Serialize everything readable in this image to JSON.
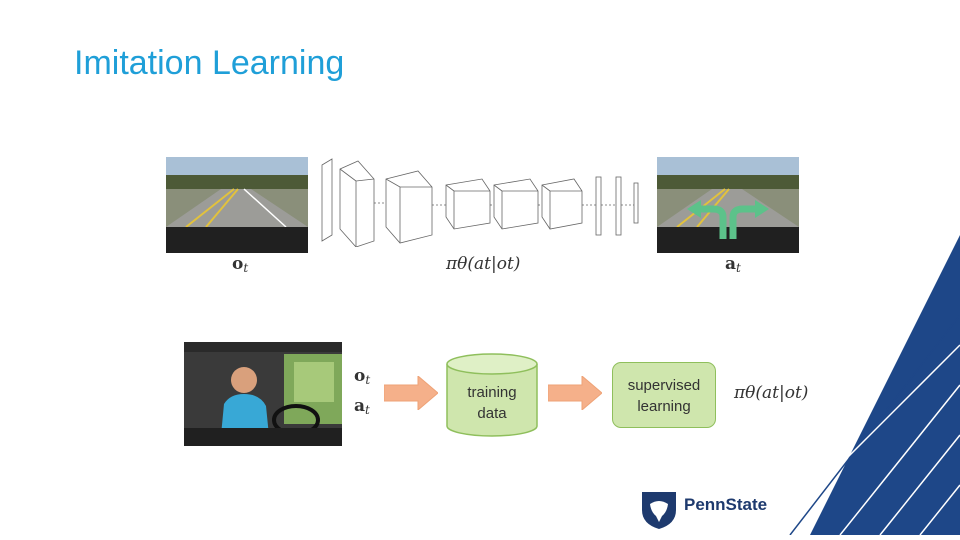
{
  "slide": {
    "title": "Imitation Learning"
  },
  "top_row": {
    "obs_label": "o",
    "obs_sub": "t",
    "policy_label": "πθ(at|ot)",
    "action_label": "a",
    "action_sub": "t"
  },
  "bottom_row": {
    "obs_label": "o",
    "obs_sub": "t",
    "action_label": "a",
    "action_sub": "t",
    "database_line1": "training",
    "database_line2": "data",
    "learner_line1": "supervised",
    "learner_line2": "learning",
    "policy_label": "πθ(at|ot)"
  },
  "logo": {
    "text": "PennState",
    "icon": "nittany-lion-shield-icon"
  },
  "colors": {
    "title": "#1f9fd8",
    "arrow": "#f5b08a",
    "box_fill": "#cfe6ad",
    "box_stroke": "#8fbf5c",
    "corner_navy": "#1e4788"
  }
}
